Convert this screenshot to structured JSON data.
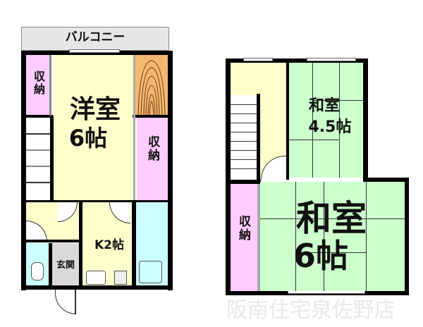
{
  "floor1": {
    "balcony": "バルコニー",
    "western_room": {
      "name": "洋室",
      "size": "6帖"
    },
    "storage_left": "収納",
    "storage_right": "収納",
    "kitchen": "K2帖",
    "entrance": "玄関"
  },
  "floor2": {
    "japanese_room_small": {
      "name": "和室",
      "size": "4.5帖"
    },
    "japanese_room_large": {
      "name": "和室",
      "size": "6帖"
    },
    "storage": "収納"
  },
  "watermark": "阪南住宅泉佐野店",
  "colors": {
    "wall": "#000000",
    "western": "#ffffcc",
    "storage": "#ffccff",
    "tatami": "#ccffcc",
    "wet_area": "#ccffff",
    "balcony": "#e6e6e6",
    "entrance": "#d9d9d9",
    "wood": "#f5b870"
  }
}
